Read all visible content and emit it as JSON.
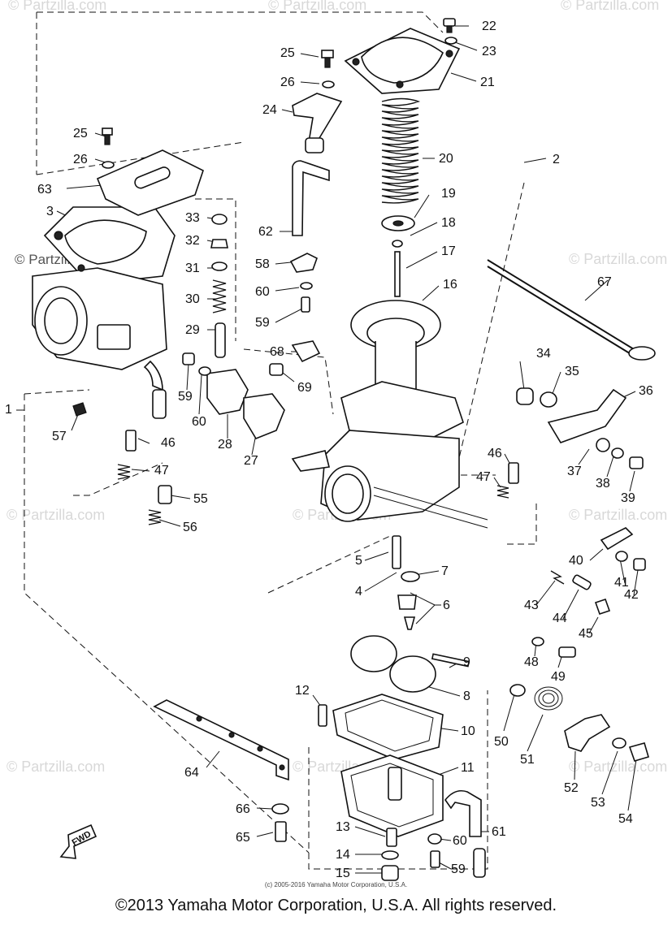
{
  "watermark_text": "© Partzilla.com",
  "fwd_label": "FWD",
  "small_copyright": "(c) 2005-2016 Yamaha Motor Corporation, U.S.A.",
  "footer": "©2013 Yamaha Motor Corporation, U.S.A. All rights reserved.",
  "callouts": [
    "1",
    "2",
    "3",
    "4",
    "5",
    "6",
    "7",
    "8",
    "9",
    "10",
    "11",
    "12",
    "13",
    "14",
    "15",
    "16",
    "17",
    "18",
    "19",
    "20",
    "21",
    "22",
    "23",
    "24",
    "25",
    "26",
    "25",
    "26",
    "27",
    "28",
    "29",
    "30",
    "31",
    "32",
    "33",
    "34",
    "35",
    "36",
    "37",
    "38",
    "39",
    "40",
    "41",
    "42",
    "43",
    "44",
    "45",
    "46",
    "47",
    "46",
    "47",
    "48",
    "49",
    "50",
    "51",
    "52",
    "53",
    "54",
    "55",
    "56",
    "57",
    "58",
    "59",
    "60",
    "59",
    "60",
    "59",
    "60",
    "61",
    "62",
    "63",
    "64",
    "65",
    "66",
    "67",
    "68",
    "69"
  ]
}
